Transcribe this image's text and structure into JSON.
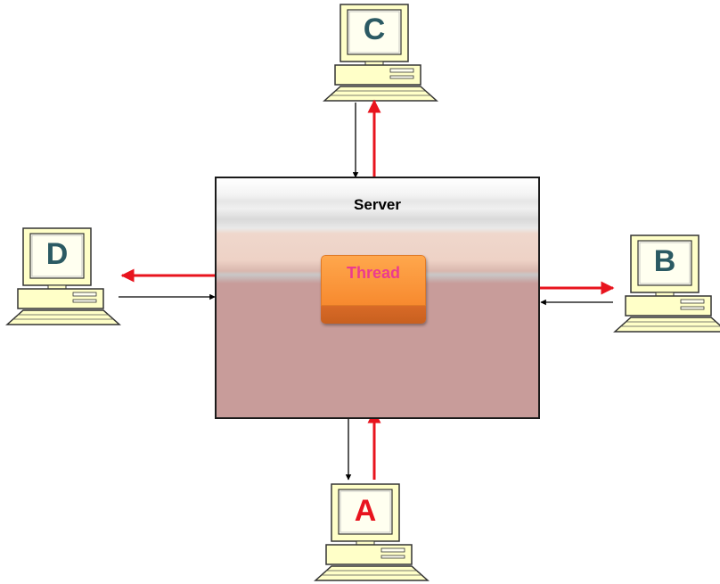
{
  "server": {
    "label": "Server"
  },
  "thread": {
    "label": "Thread"
  },
  "clients": [
    {
      "letter": "C",
      "letter_color": "#2b5a63"
    },
    {
      "letter": "D",
      "letter_color": "#2b5a63"
    },
    {
      "letter": "B",
      "letter_color": "#2b5a63"
    },
    {
      "letter": "A",
      "letter_color": "#e8141e"
    }
  ],
  "colors": {
    "arrow_outgoing": "#e8141e",
    "arrow_incoming": "#000000",
    "computer_body": "#ffffc8",
    "computer_screen": "#fffff0",
    "server_fill": "#c89c9a",
    "thread_fill": "#f78a2f"
  }
}
